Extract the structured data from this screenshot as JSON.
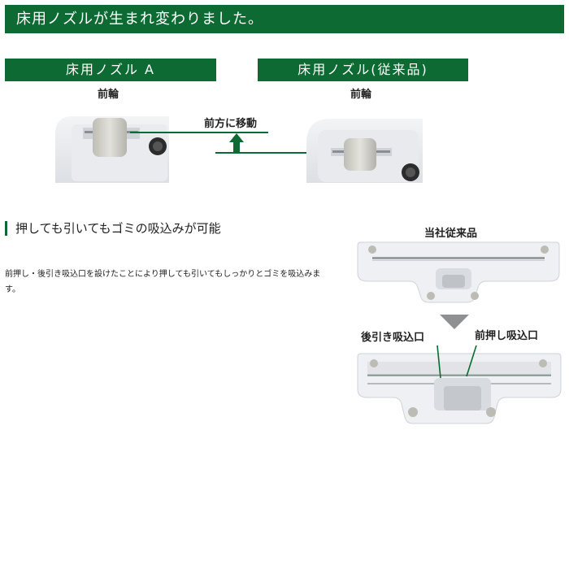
{
  "header": {
    "title": "床用ノズルが生まれ変わりました。"
  },
  "comparison": {
    "nozzle_a_label": "床用ノズル A",
    "nozzle_old_label": "床用ノズル(従来品)",
    "front_wheel_label_a": "前輪",
    "front_wheel_label_old": "前輪",
    "move_forward_label": "前方に移動"
  },
  "feature": {
    "title": "押しても引いてもゴミの吸込みが可能",
    "description": "前押し・後引き吸込口を設けたことにより押しても引いてもしっかりとゴミを吸込みます。"
  },
  "diagram": {
    "old_label": "当社従来品",
    "rear_intake_label": "後引き吸込口",
    "front_intake_label": "前押し吸込口"
  },
  "colors": {
    "brand_green": "#0d6a32"
  }
}
